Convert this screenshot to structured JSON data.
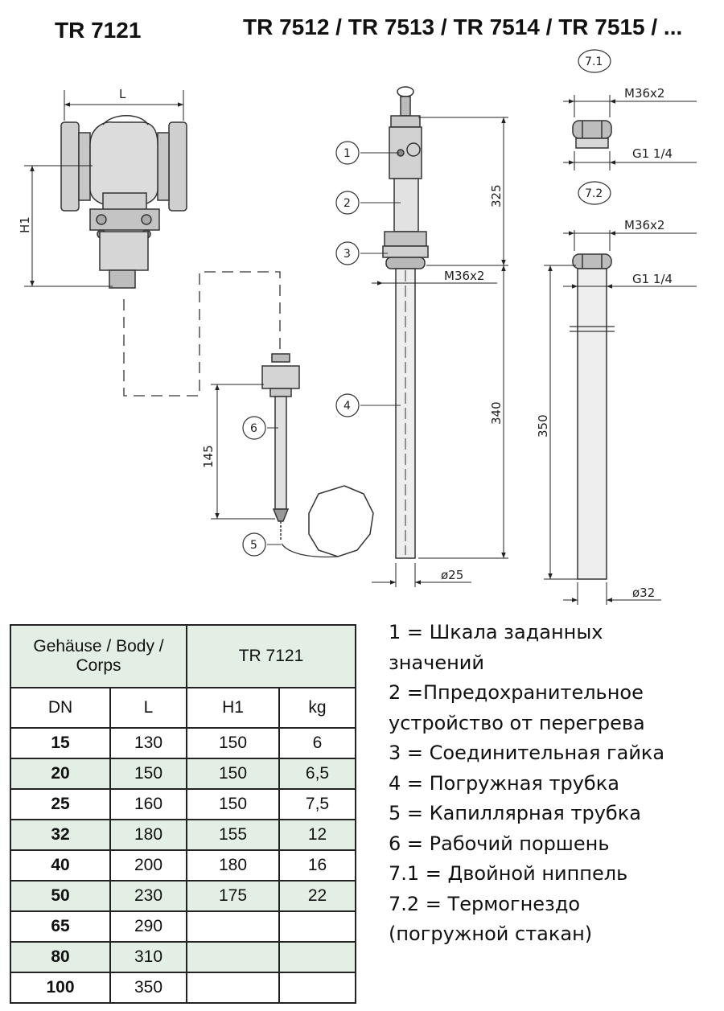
{
  "header": {
    "left_title": "TR 7121",
    "right_title": "TR 7512 / TR 7513 / TR 7514 / TR 7515 / ..."
  },
  "drawing": {
    "dims": {
      "L": "L",
      "H1": "H1",
      "d145": "145",
      "d325": "325",
      "d340": "340",
      "d350": "350",
      "thread1": "M36x2",
      "thread2": "M36x2",
      "thread3": "M36x2",
      "g1": "G1 1/4",
      "g2": "G1 1/4",
      "dia25": "ø25",
      "dia32": "ø32"
    },
    "callouts": {
      "c1": "1",
      "c2": "2",
      "c3": "3",
      "c4": "4",
      "c5": "5",
      "c6": "6",
      "c71": "7.1",
      "c72": "7.2"
    }
  },
  "table": {
    "header_body": "Gehäuse / Body / Corps",
    "header_model": "TR 7121",
    "columns": [
      "DN",
      "L",
      "H1",
      "kg"
    ],
    "rows": [
      [
        "15",
        "130",
        "150",
        "6"
      ],
      [
        "20",
        "150",
        "150",
        "6,5"
      ],
      [
        "25",
        "160",
        "150",
        "7,5"
      ],
      [
        "32",
        "180",
        "155",
        "12"
      ],
      [
        "40",
        "200",
        "180",
        "16"
      ],
      [
        "50",
        "230",
        "175",
        "22"
      ],
      [
        "65",
        "290",
        "",
        ""
      ],
      [
        "80",
        "310",
        "",
        ""
      ],
      [
        "100",
        "350",
        "",
        ""
      ]
    ]
  },
  "legend": [
    "1 = Шкала заданных",
    "значений",
    "2 =Ппредохранительное",
    "устройство от перегрева",
    "3 = Соединительная гайка",
    "4 = Погружная трубка",
    "5 = Капиллярная трубка",
    "6 = Рабочий поршень",
    "7.1 = Двойной ниппель",
    "7.2 = Термогнездо",
    "(погружной стакан)"
  ]
}
